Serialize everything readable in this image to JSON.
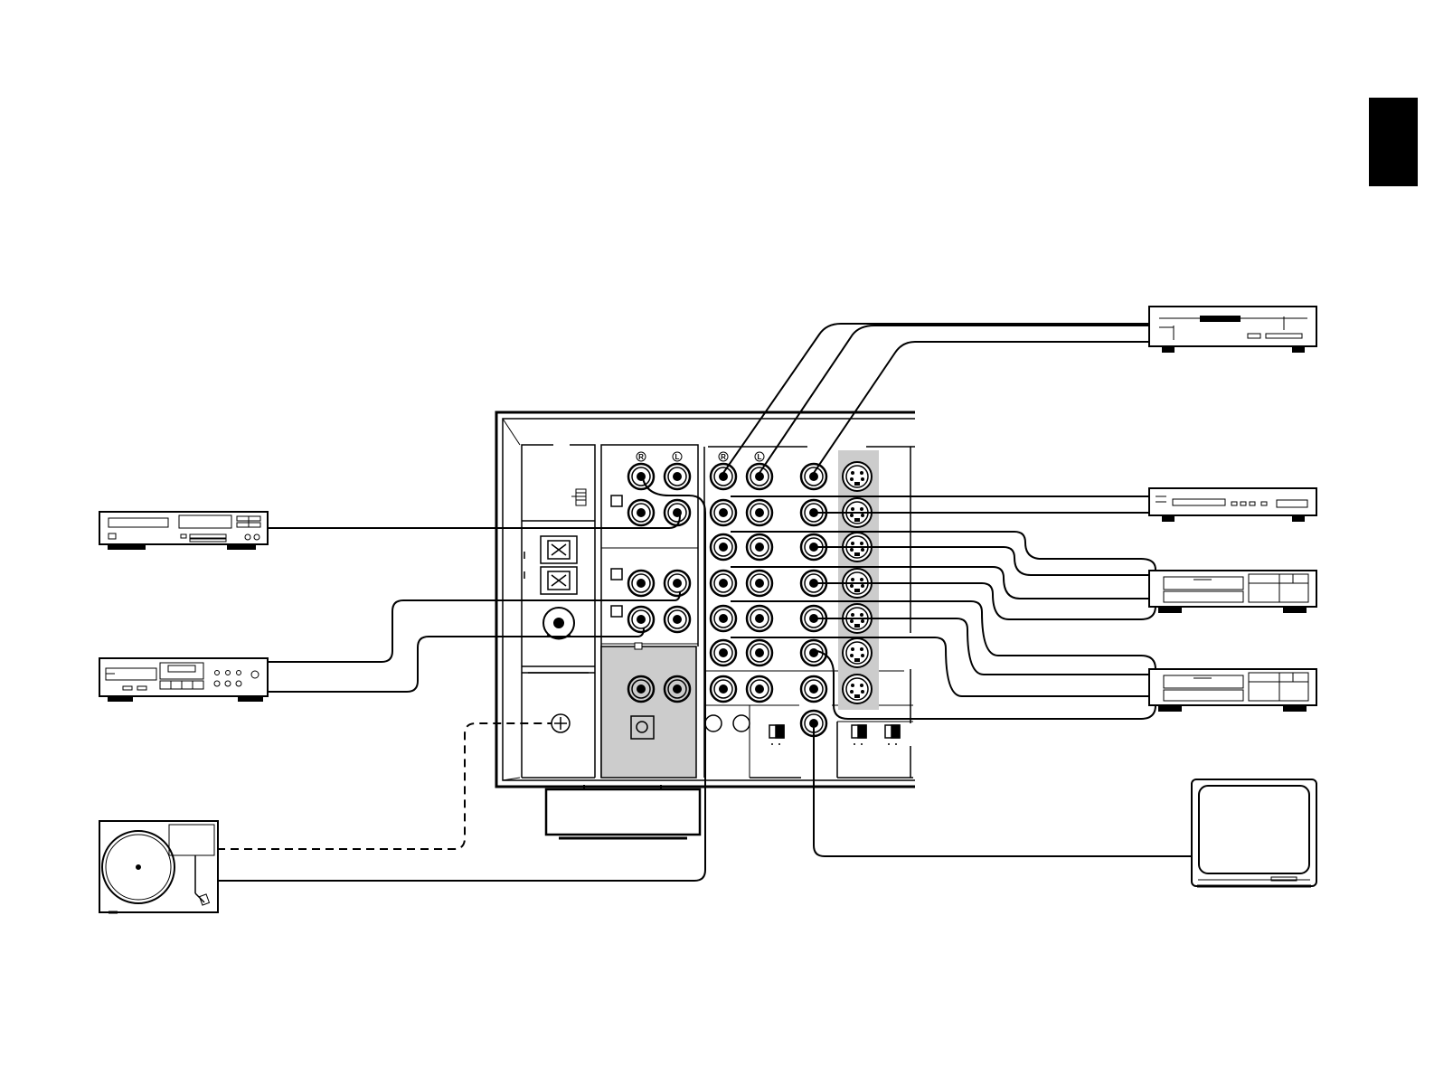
{
  "jack_labels": {
    "right": "R",
    "left": "L"
  },
  "devices": [
    {
      "kind": "cd-player",
      "side": "right"
    },
    {
      "kind": "ld-player",
      "side": "right"
    },
    {
      "kind": "vcr-1",
      "side": "right"
    },
    {
      "kind": "vcr-2",
      "side": "right"
    },
    {
      "kind": "tv-monitor",
      "side": "right"
    },
    {
      "kind": "cd-changer",
      "side": "left"
    },
    {
      "kind": "cassette-deck",
      "side": "left"
    },
    {
      "kind": "turntable",
      "side": "left"
    }
  ],
  "colors": {
    "line": "#000000",
    "panel_shade": "#cccccc",
    "corner_tab": "#000000",
    "background": "#ffffff"
  }
}
